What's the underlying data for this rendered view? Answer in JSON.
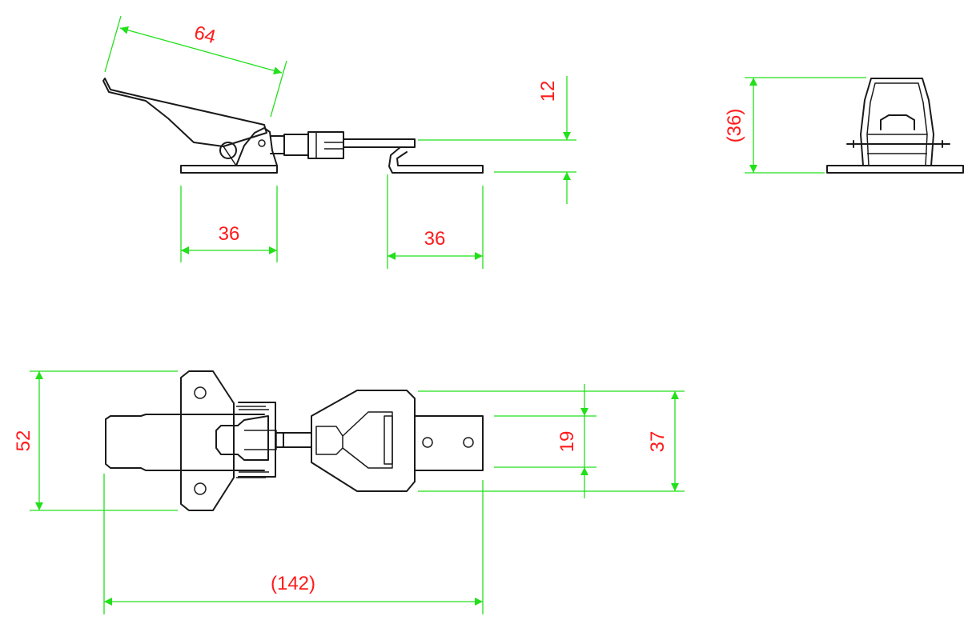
{
  "dimensions": {
    "handle_length": "64",
    "latch_base_width": "36",
    "catch_base_width": "36",
    "catch_height": "12",
    "front_height": "(36)",
    "base_plate_height": "52",
    "keeper_inner_width": "19",
    "keeper_outer_width": "37",
    "overall_length": "(142)"
  },
  "colors": {
    "dimension_lines": "#22e01a",
    "dimension_text": "#ff1a1a",
    "part_outline": "#1a1a1a"
  }
}
